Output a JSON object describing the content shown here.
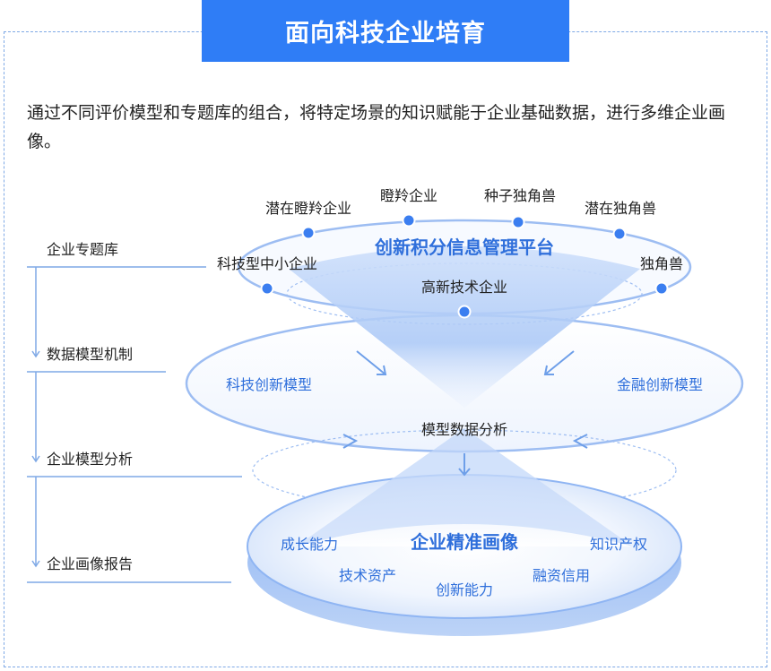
{
  "header": {
    "title": "面向科技企业培育"
  },
  "intro": {
    "text": "通过不同评价模型和专题库的组合，将特定场景的知识赋能于企业基础数据，进行多维企业画像。"
  },
  "steps": [
    "企业专题库",
    "数据模型机制",
    "企业模型分析",
    "企业画像报告"
  ],
  "top_ring": {
    "center": "创新积分信息管理平台",
    "nodes": [
      "潜在瞪羚企业",
      "瞪羚企业",
      "种子独角兽",
      "潜在独角兽",
      "科技型中小企业",
      "独角兽",
      "高新技术企业"
    ]
  },
  "middle_ring": {
    "left": "科技创新模型",
    "right": "金融创新模型",
    "center": "模型数据分析"
  },
  "bottom_disk": {
    "center": "企业精准画像",
    "items": [
      "成长能力",
      "知识产权",
      "技术资产",
      "融资信用",
      "创新能力"
    ]
  },
  "colors": {
    "accent": "#2f7df6",
    "ring": "#9dbdf2",
    "text_blue": "#2f6fdb",
    "dot": "#3b7ef0"
  }
}
